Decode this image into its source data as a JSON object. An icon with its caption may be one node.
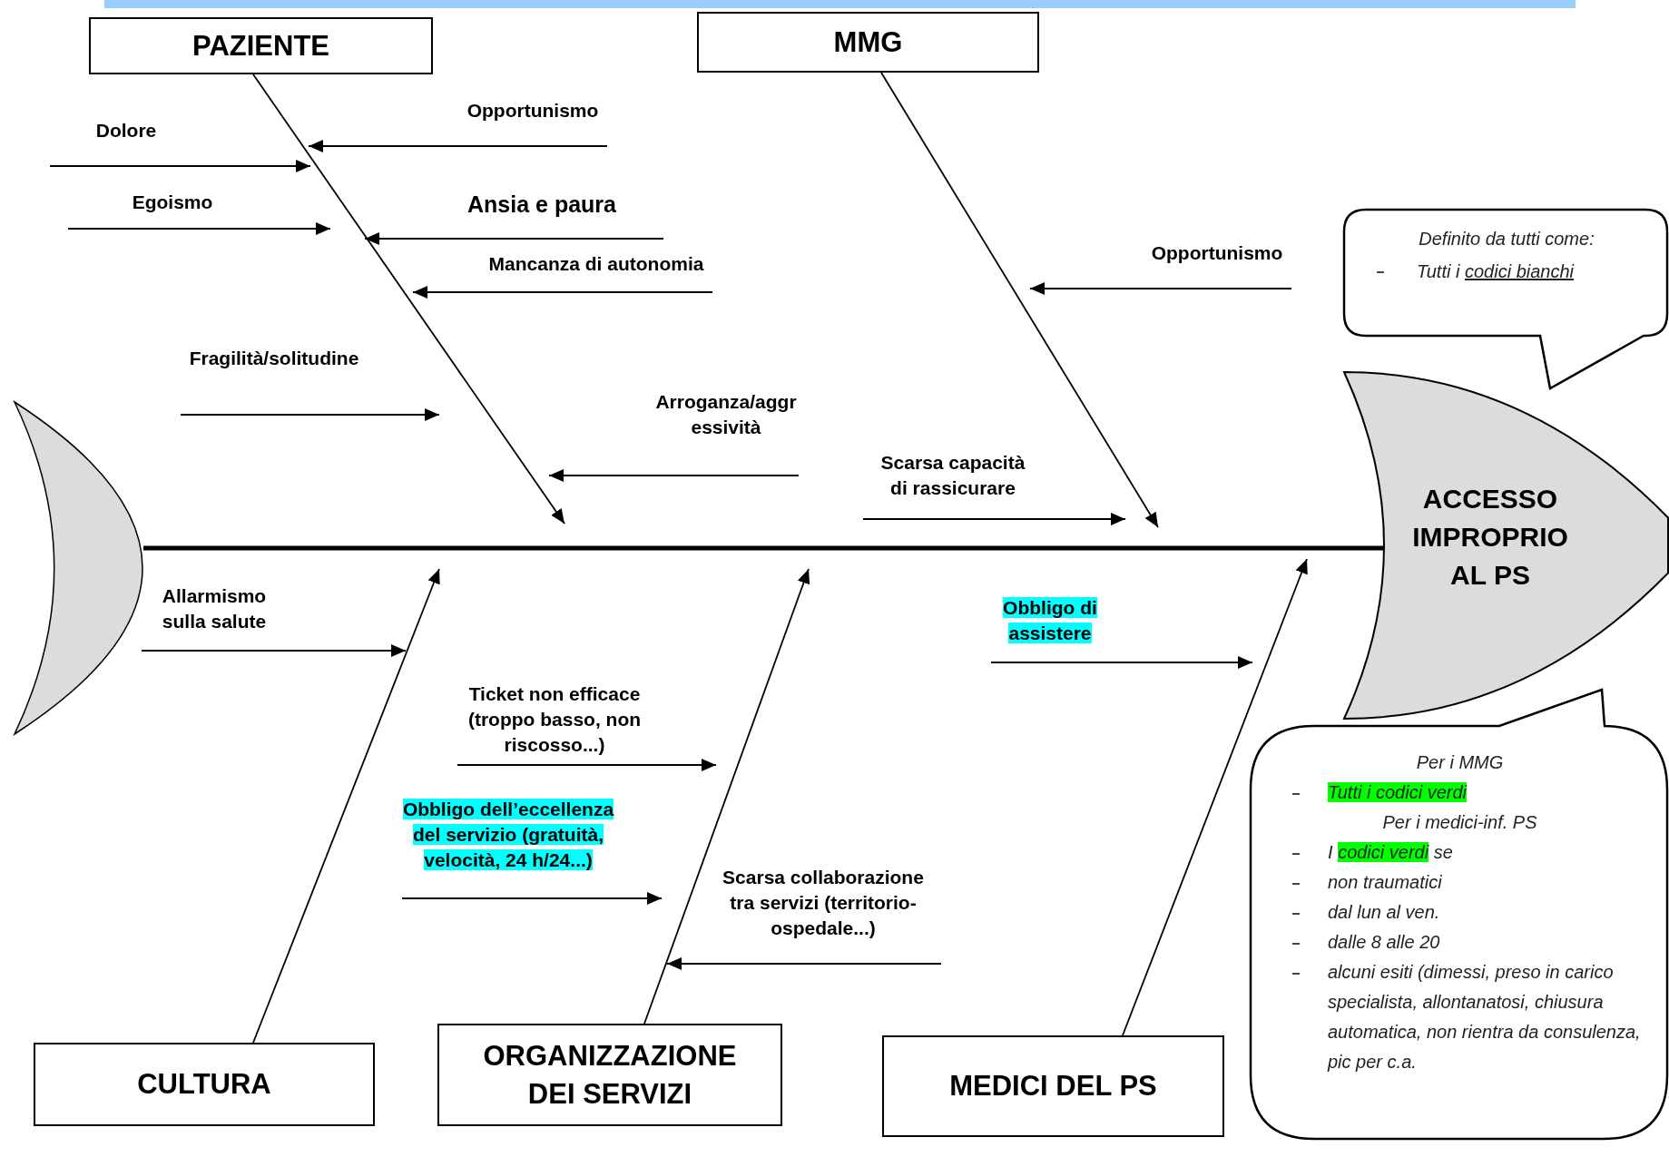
{
  "diagram": {
    "nodes": [
      {
        "text": [
          "PAZIENTE"
        ]
      },
      {
        "text": [
          "MMG"
        ]
      },
      {
        "text": [
          "Opportunismo"
        ]
      },
      {
        "text": [
          "Dolore"
        ]
      },
      {
        "text": [
          "Egoismo"
        ]
      },
      {
        "text": [
          "Ansia e paura"
        ]
      },
      {
        "text": [
          "Mancanza di autonomia"
        ]
      },
      {
        "text": [
          "Definito da tutti come:",
          "Tutti i codici bianchi"
        ]
      },
      {
        "text": [
          "Opportunismo"
        ]
      },
      {
        "text": [
          "Fragilità/solitudine"
        ]
      },
      {
        "text": [
          "Arroganza/aggr essività"
        ]
      },
      {
        "text": [],
        "shape": "crescent"
      },
      {
        "text": [
          "Scarsa capacità di rassicurare"
        ]
      },
      {
        "text": [
          "ACCESSO IMPROPRIO AL PS"
        ]
      },
      {
        "text": [
          "Allarmismo sulla salute"
        ]
      },
      {
        "text": [
          "Obbligo di assistere"
        ]
      },
      {
        "text": [
          "Ticket non efficace (troppo basso, non riscosso...)"
        ]
      },
      {
        "text": [
          "Per i MMG",
          "Tutti i codici verdi",
          "Per i medici-inf. PS",
          "I codici verdi se",
          "non traumatici",
          "dal lun al ven.",
          "dalle 8 alle 20",
          "alcuni esiti (dimessi, preso in carico specialista, allontanatosi, chiusura automatica, non rientra da consulenza, pic per c.a."
        ]
      },
      {
        "text": [
          "Obbligo dell’eccellenza del servizio (gratuità, velocità, 24 h/24...)"
        ]
      },
      {
        "text": [
          "Scarsa collaborazione tra servizi (territorio-ospedale...)"
        ]
      },
      {
        "text": [
          "CULTURA"
        ]
      },
      {
        "text": [
          "ORGANIZZAZIONE DEI SERVIZI"
        ]
      },
      {
        "text": [
          "MEDICI DEL PS"
        ]
      }
    ],
    "edges": [
      {
        "from": 11,
        "to": 13,
        "arrow": "none",
        "style": "thick"
      },
      {
        "from": 0,
        "to": null,
        "arrow": "to"
      },
      {
        "from": 1,
        "to": null,
        "arrow": "to"
      },
      {
        "from": 20,
        "to": null,
        "arrow": "to"
      },
      {
        "from": 21,
        "to": null,
        "arrow": "to"
      },
      {
        "from": 22,
        "to": null,
        "arrow": "to"
      },
      {
        "from": 2,
        "to": null,
        "arrow": "to"
      },
      {
        "from": 3,
        "to": null,
        "arrow": "to"
      },
      {
        "from": 4,
        "to": null,
        "arrow": "to"
      },
      {
        "from": 5,
        "to": null,
        "arrow": "to"
      },
      {
        "from": 6,
        "to": null,
        "arrow": "to"
      },
      {
        "from": 8,
        "to": null,
        "arrow": "to"
      },
      {
        "from": 9,
        "to": null,
        "arrow": "to"
      },
      {
        "from": 10,
        "to": null,
        "arrow": "to"
      },
      {
        "from": 12,
        "to": null,
        "arrow": "to"
      },
      {
        "from": 14,
        "to": null,
        "arrow": "to"
      },
      {
        "from": 15,
        "to": null,
        "arrow": "to"
      },
      {
        "from": 16,
        "to": null,
        "arrow": "to"
      },
      {
        "from": 18,
        "to": null,
        "arrow": "to"
      },
      {
        "from": 19,
        "to": null,
        "arrow": "to"
      }
    ]
  }
}
